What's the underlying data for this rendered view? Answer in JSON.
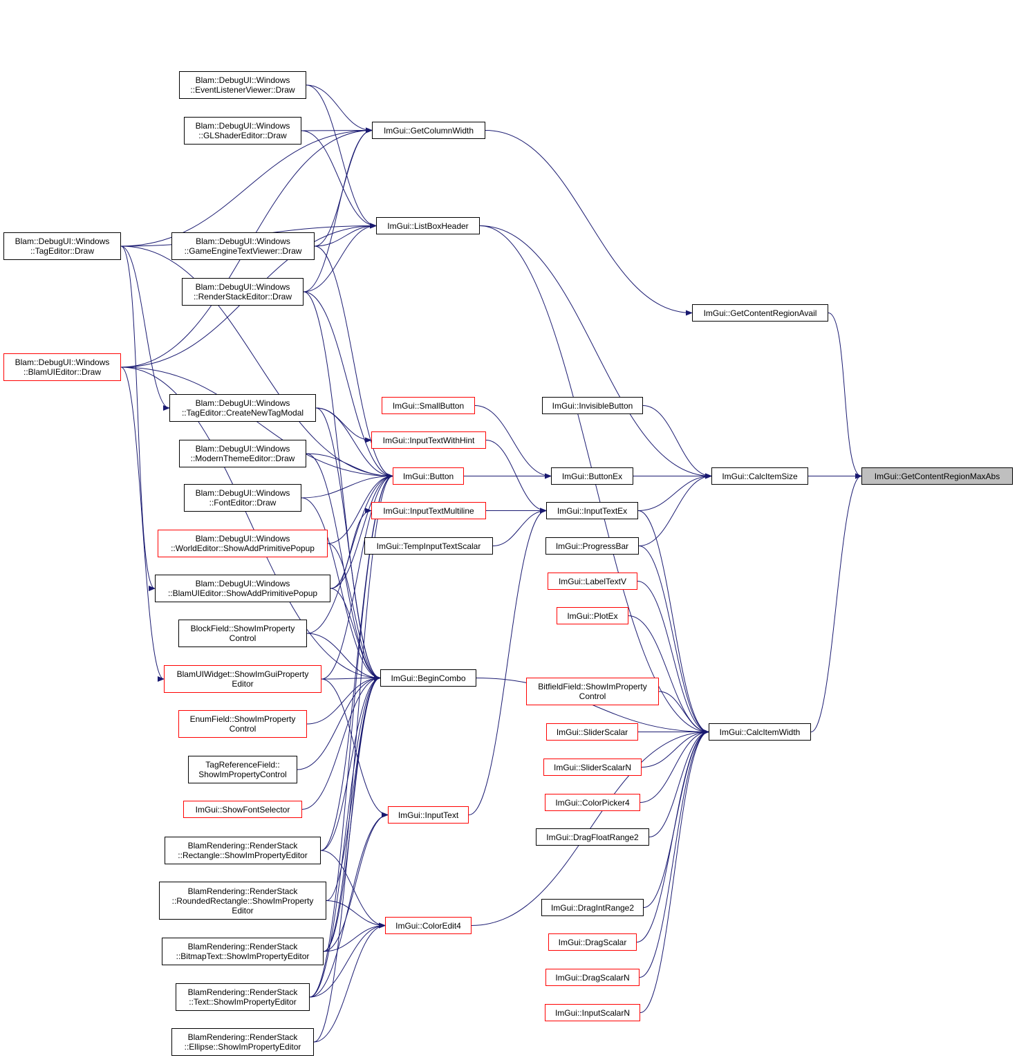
{
  "colors": {
    "edge": "#191970",
    "border": "#000000",
    "border_truncated": "#ff0000",
    "selected_fill": "#bfbfbf"
  },
  "nodes": {
    "getcontentregionmaxabs": [
      "ImGui::GetContentRegionMaxAbs"
    ],
    "calcitemsize": [
      "ImGui::CalcItemSize"
    ],
    "calcitemwidth": [
      "ImGui::CalcItemWidth"
    ],
    "getcontentregionavail": [
      "ImGui::GetContentRegionAvail"
    ],
    "getcolumnwidth": [
      "ImGui::GetColumnWidth"
    ],
    "listboxheader": [
      "ImGui::ListBoxHeader"
    ],
    "buttonex": [
      "ImGui::ButtonEx"
    ],
    "inputtextex": [
      "ImGui::InputTextEx"
    ],
    "invisiblebutton": [
      "ImGui::InvisibleButton"
    ],
    "progressbar": [
      "ImGui::ProgressBar"
    ],
    "labeltextv": [
      "ImGui::LabelTextV"
    ],
    "plotex": [
      "ImGui::PlotEx"
    ],
    "bitfield": [
      "BitfieldField::ShowImProperty",
      "Control"
    ],
    "sliderscalar": [
      "ImGui::SliderScalar"
    ],
    "sliderscalarn": [
      "ImGui::SliderScalarN"
    ],
    "colorpicker4": [
      "ImGui::ColorPicker4"
    ],
    "dragfloatrange2": [
      "ImGui::DragFloatRange2"
    ],
    "dragintrange2": [
      "ImGui::DragIntRange2"
    ],
    "dragscalar": [
      "ImGui::DragScalar"
    ],
    "dragscalarn": [
      "ImGui::DragScalarN"
    ],
    "inputscalarn": [
      "ImGui::InputScalarN"
    ],
    "smallbutton": [
      "ImGui::SmallButton"
    ],
    "inputtextwithhint": [
      "ImGui::InputTextWithHint"
    ],
    "button": [
      "ImGui::Button"
    ],
    "inputtextmultiline": [
      "ImGui::InputTextMultiline"
    ],
    "tempinputtextscalar": [
      "ImGui::TempInputTextScalar"
    ],
    "begincombo": [
      "ImGui::BeginCombo"
    ],
    "inputtext": [
      "ImGui::InputText"
    ],
    "coloredit4": [
      "ImGui::ColorEdit4"
    ],
    "eventlistener": [
      "Blam::DebugUI::Windows",
      "::EventListenerViewer::Draw"
    ],
    "glshader": [
      "Blam::DebugUI::Windows",
      "::GLShaderEditor::Draw"
    ],
    "gameenginetext": [
      "Blam::DebugUI::Windows",
      "::GameEngineTextViewer::Draw"
    ],
    "renderstackeditor": [
      "Blam::DebugUI::Windows",
      "::RenderStackEditor::Draw"
    ],
    "createnewtag": [
      "Blam::DebugUI::Windows",
      "::TagEditor::CreateNewTagModal"
    ],
    "moderntheme": [
      "Blam::DebugUI::Windows",
      "::ModernThemeEditor::Draw"
    ],
    "fonteditor": [
      "Blam::DebugUI::Windows",
      "::FontEditor::Draw"
    ],
    "worldeditor": [
      "Blam::DebugUI::Windows",
      "::WorldEditor::ShowAddPrimitivePopup"
    ],
    "blamuiaddprim": [
      "Blam::DebugUI::Windows",
      "::BlamUIEditor::ShowAddPrimitivePopup"
    ],
    "blockfield": [
      "BlockField::ShowImProperty",
      "Control"
    ],
    "blamuiwidget": [
      "BlamUIWidget::ShowImGuiProperty",
      "Editor"
    ],
    "enumfield": [
      "EnumField::ShowImProperty",
      "Control"
    ],
    "tagreference": [
      "TagReferenceField::",
      "ShowImPropertyControl"
    ],
    "showfontselector": [
      "ImGui::ShowFontSelector"
    ],
    "rectangle": [
      "BlamRendering::RenderStack",
      "::Rectangle::ShowImPropertyEditor"
    ],
    "roundedrect": [
      "BlamRendering::RenderStack",
      "::RoundedRectangle::ShowImProperty",
      "Editor"
    ],
    "bitmaptext": [
      "BlamRendering::RenderStack",
      "::BitmapText::ShowImPropertyEditor"
    ],
    "textprop": [
      "BlamRendering::RenderStack",
      "::Text::ShowImPropertyEditor"
    ],
    "ellipse": [
      "BlamRendering::RenderStack",
      "::Ellipse::ShowImPropertyEditor"
    ],
    "tageditor": [
      "Blam::DebugUI::Windows",
      "::TagEditor::Draw"
    ],
    "blamuieditor": [
      "Blam::DebugUI::Windows",
      "::BlamUIEditor::Draw"
    ]
  },
  "truncated_nodes": [
    "labeltextv",
    "plotex",
    "bitfield",
    "sliderscalar",
    "sliderscalarn",
    "colorpicker4",
    "dragscalar",
    "dragscalarn",
    "inputscalarn",
    "smallbutton",
    "inputtextwithhint",
    "button",
    "inputtextmultiline",
    "inputtext",
    "coloredit4",
    "worldeditor",
    "blamuiwidget",
    "enumfield",
    "showfontselector",
    "blamuieditor"
  ],
  "selected_node": "getcontentregionmaxabs",
  "edges": [
    [
      "calcitemsize",
      "getcontentregionmaxabs"
    ],
    [
      "getcontentregionavail",
      "getcontentregionmaxabs"
    ],
    [
      "calcitemwidth",
      "getcontentregionmaxabs"
    ],
    [
      "getcolumnwidth",
      "getcontentregionavail"
    ],
    [
      "buttonex",
      "calcitemsize"
    ],
    [
      "inputtextex",
      "calcitemsize"
    ],
    [
      "invisiblebutton",
      "calcitemsize"
    ],
    [
      "progressbar",
      "calcitemsize"
    ],
    [
      "listboxheader",
      "calcitemsize"
    ],
    [
      "listboxheader",
      "calcitemwidth"
    ],
    [
      "inputtextex",
      "calcitemwidth"
    ],
    [
      "progressbar",
      "calcitemwidth"
    ],
    [
      "labeltextv",
      "calcitemwidth"
    ],
    [
      "plotex",
      "calcitemwidth"
    ],
    [
      "bitfield",
      "calcitemwidth"
    ],
    [
      "sliderscalar",
      "calcitemwidth"
    ],
    [
      "sliderscalarn",
      "calcitemwidth"
    ],
    [
      "colorpicker4",
      "calcitemwidth"
    ],
    [
      "dragfloatrange2",
      "calcitemwidth"
    ],
    [
      "dragintrange2",
      "calcitemwidth"
    ],
    [
      "dragscalar",
      "calcitemwidth"
    ],
    [
      "dragscalarn",
      "calcitemwidth"
    ],
    [
      "inputscalarn",
      "calcitemwidth"
    ],
    [
      "begincombo",
      "calcitemwidth"
    ],
    [
      "coloredit4",
      "calcitemwidth"
    ],
    [
      "button",
      "buttonex"
    ],
    [
      "smallbutton",
      "buttonex"
    ],
    [
      "inputtextwithhint",
      "inputtextex"
    ],
    [
      "inputtextmultiline",
      "inputtextex"
    ],
    [
      "tempinputtextscalar",
      "inputtextex"
    ],
    [
      "inputtext",
      "inputtextex"
    ],
    [
      "eventlistener",
      "getcolumnwidth"
    ],
    [
      "glshader",
      "getcolumnwidth"
    ],
    [
      "gameenginetext",
      "getcolumnwidth"
    ],
    [
      "renderstackeditor",
      "getcolumnwidth"
    ],
    [
      "tageditor",
      "getcolumnwidth"
    ],
    [
      "blamuieditor",
      "getcolumnwidth"
    ],
    [
      "eventlistener",
      "listboxheader"
    ],
    [
      "glshader",
      "listboxheader"
    ],
    [
      "gameenginetext",
      "listboxheader"
    ],
    [
      "renderstackeditor",
      "listboxheader"
    ],
    [
      "tageditor",
      "listboxheader"
    ],
    [
      "blamuieditor",
      "listboxheader"
    ],
    [
      "gameenginetext",
      "button"
    ],
    [
      "renderstackeditor",
      "button"
    ],
    [
      "tageditor",
      "button"
    ],
    [
      "blamuieditor",
      "button"
    ],
    [
      "createnewtag",
      "button"
    ],
    [
      "moderntheme",
      "button"
    ],
    [
      "fonteditor",
      "button"
    ],
    [
      "worldeditor",
      "button"
    ],
    [
      "blamuiaddprim",
      "button"
    ],
    [
      "blockfield",
      "button"
    ],
    [
      "blamuiwidget",
      "button"
    ],
    [
      "rectangle",
      "button"
    ],
    [
      "bitmaptext",
      "button"
    ],
    [
      "textprop",
      "button"
    ],
    [
      "renderstackeditor",
      "begincombo"
    ],
    [
      "createnewtag",
      "begincombo"
    ],
    [
      "moderntheme",
      "begincombo"
    ],
    [
      "fonteditor",
      "begincombo"
    ],
    [
      "worldeditor",
      "begincombo"
    ],
    [
      "blamuiaddprim",
      "begincombo"
    ],
    [
      "blockfield",
      "begincombo"
    ],
    [
      "blamuiwidget",
      "begincombo"
    ],
    [
      "enumfield",
      "begincombo"
    ],
    [
      "tagreference",
      "begincombo"
    ],
    [
      "showfontselector",
      "begincombo"
    ],
    [
      "rectangle",
      "begincombo"
    ],
    [
      "roundedrect",
      "begincombo"
    ],
    [
      "bitmaptext",
      "begincombo"
    ],
    [
      "textprop",
      "begincombo"
    ],
    [
      "ellipse",
      "begincombo"
    ],
    [
      "blamuieditor",
      "begincombo"
    ],
    [
      "tageditor",
      "createnewtag"
    ],
    [
      "tageditor",
      "blamuiaddprim"
    ],
    [
      "blamuieditor",
      "blamuiwidget"
    ],
    [
      "createnewtag",
      "inputtextwithhint"
    ],
    [
      "blamuiaddprim",
      "inputtextmultiline"
    ],
    [
      "blamuiwidget",
      "inputtext"
    ],
    [
      "bitmaptext",
      "inputtext"
    ],
    [
      "textprop",
      "inputtext"
    ],
    [
      "rectangle",
      "coloredit4"
    ],
    [
      "roundedrect",
      "coloredit4"
    ],
    [
      "bitmaptext",
      "coloredit4"
    ],
    [
      "textprop",
      "coloredit4"
    ],
    [
      "ellipse",
      "coloredit4"
    ]
  ]
}
